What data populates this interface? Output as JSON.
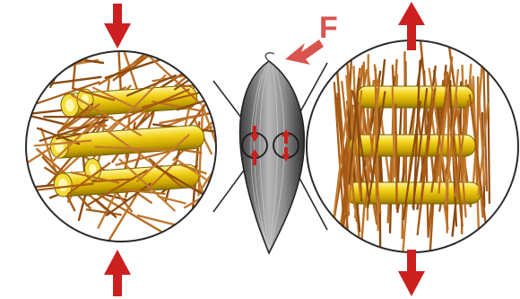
{
  "diagram": {
    "force_label": "F",
    "colors": {
      "arrow_red": "#cc1f1f",
      "force_arrow": "#d9534f",
      "fiber_yellow": "#e6c200",
      "fiber_yellow_light": "#fff27a",
      "filament_brown": "#a65a14",
      "muscle_gray": "#6f6f6f",
      "circle_outline": "#2a2a2a"
    },
    "left_panel": {
      "state": "compressed",
      "arrows": [
        "arrow-down",
        "arrow-up"
      ],
      "arrow_direction": "inward"
    },
    "right_panel": {
      "state": "stretched",
      "arrows": [
        "arrow-up",
        "arrow-down"
      ],
      "arrow_direction": "outward"
    }
  }
}
